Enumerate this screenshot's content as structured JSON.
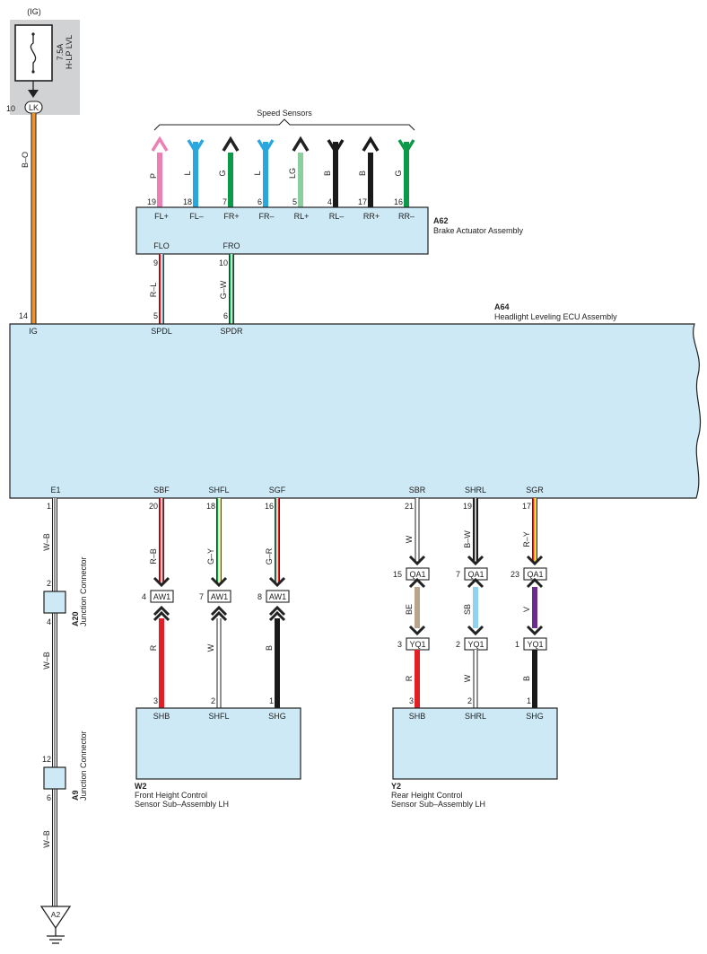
{
  "fuse": {
    "supply": "(IG)",
    "rating": "7.5A",
    "name": "H-LP LVL",
    "pin": "10",
    "connector": "LK",
    "wire_color": "B–O"
  },
  "speed_sensors": {
    "title": "Speed Sensors",
    "wires": [
      {
        "color_code": "P",
        "pin": "19",
        "terminal": "FL+",
        "color": "#ee7fb4"
      },
      {
        "color_code": "L",
        "pin": "18",
        "terminal": "FL–",
        "color": "#2aa7df"
      },
      {
        "color_code": "G",
        "pin": "7",
        "terminal": "FR+",
        "color": "#0a9a48"
      },
      {
        "color_code": "L",
        "pin": "6",
        "terminal": "FR–",
        "color": "#2aa7df"
      },
      {
        "color_code": "LG",
        "pin": "5",
        "terminal": "RL+",
        "color": "#8ccf9e"
      },
      {
        "color_code": "B",
        "pin": "4",
        "terminal": "RL–",
        "color": "#1a1a1a"
      },
      {
        "color_code": "B",
        "pin": "17",
        "terminal": "RR+",
        "color": "#1a1a1a"
      },
      {
        "color_code": "G",
        "pin": "16",
        "terminal": "RR–",
        "color": "#0a9a48"
      }
    ]
  },
  "a62": {
    "id": "A62",
    "name": "Brake Actuator Assembly",
    "outputs": [
      {
        "terminal": "FLO",
        "pin_top": "9",
        "color_code": "R–L",
        "pin_bottom": "5",
        "ecu_terminal": "SPDL"
      },
      {
        "terminal": "FRO",
        "pin_top": "10",
        "color_code": "G–W",
        "pin_bottom": "6",
        "ecu_terminal": "SPDR"
      }
    ]
  },
  "a64": {
    "id": "A64",
    "name": "Headlight Leveling ECU Assembly",
    "ig_pin": "14",
    "ig_terminal": "IG",
    "bottom_terminals": [
      {
        "terminal": "E1",
        "pin": "1"
      },
      {
        "terminal": "SBF",
        "pin": "20"
      },
      {
        "terminal": "SHFL",
        "pin": "18"
      },
      {
        "terminal": "SGF",
        "pin": "16"
      },
      {
        "terminal": "SBR",
        "pin": "21"
      },
      {
        "terminal": "SHRL",
        "pin": "19"
      },
      {
        "terminal": "SGR",
        "pin": "17"
      }
    ]
  },
  "ground": {
    "wire_color": "W–B",
    "a20": {
      "id": "A20",
      "name": "Junction Connector",
      "pin_top": "2",
      "pin_bottom": "4"
    },
    "a9": {
      "id": "A9",
      "name": "Junction Connector",
      "pin_top": "12",
      "pin_bottom": "6"
    },
    "ground_point": "A2"
  },
  "front_circuits": [
    {
      "upper_color_code": "R–B",
      "connector": "AW1",
      "conn_pin": "4",
      "lower_color_code": "R",
      "sensor_pin": "3",
      "sensor_terminal": "SHB",
      "lower_color": "#e31e24"
    },
    {
      "upper_color_code": "G–Y",
      "connector": "AW1",
      "conn_pin": "7",
      "lower_color_code": "W",
      "sensor_pin": "2",
      "sensor_terminal": "SHFL",
      "lower_color": "#ffffff"
    },
    {
      "upper_color_code": "G–R",
      "connector": "AW1",
      "conn_pin": "8",
      "lower_color_code": "B",
      "sensor_pin": "1",
      "sensor_terminal": "SHG",
      "lower_color": "#1a1a1a"
    }
  ],
  "rear_circuits": [
    {
      "upper_color_code": "W",
      "connector_a": "QA1",
      "pin_a": "15",
      "middle_color_code": "BE",
      "connector_b": "YQ1",
      "pin_b": "3",
      "lower_color_code": "R",
      "sensor_pin": "3",
      "sensor_terminal": "SHB",
      "middle_color": "#b8a58c",
      "lower_color": "#e31e24"
    },
    {
      "upper_color_code": "B–W",
      "connector_a": "QA1",
      "pin_a": "7",
      "middle_color_code": "SB",
      "connector_b": "YQ1",
      "pin_b": "2",
      "lower_color_code": "W",
      "sensor_pin": "2",
      "sensor_terminal": "SHRL",
      "middle_color": "#8fd3f0",
      "lower_color": "#ffffff"
    },
    {
      "upper_color_code": "R–Y",
      "connector_a": "QA1",
      "pin_a": "23",
      "middle_color_code": "V",
      "connector_b": "YQ1",
      "pin_b": "1",
      "lower_color_code": "B",
      "sensor_pin": "1",
      "sensor_terminal": "SHG",
      "middle_color": "#6a2c91",
      "lower_color": "#1a1a1a"
    }
  ],
  "w2": {
    "id": "W2",
    "name_line1": "Front Height Control",
    "name_line2": "Sensor Sub–Assembly LH"
  },
  "y2": {
    "id": "Y2",
    "name_line1": "Rear Height Control",
    "name_line2": "Sensor Sub–Assembly LH"
  },
  "colors": {
    "box_fill": "#cde9f6",
    "fuse_panel": "#d1d2d4",
    "orange": "#f0932f"
  }
}
